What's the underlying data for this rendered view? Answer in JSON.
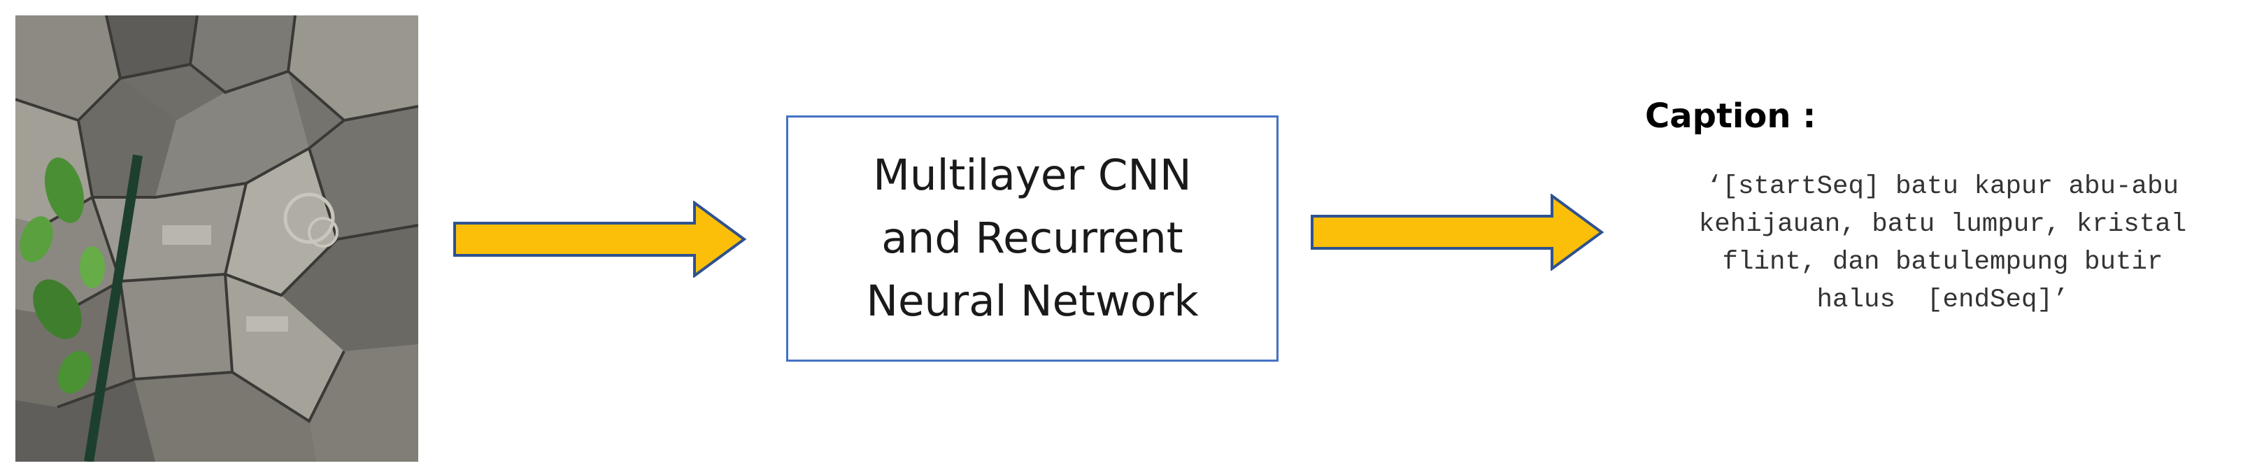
{
  "colors": {
    "arrow_fill": "#fbbf0a",
    "arrow_stroke": "#2f528f",
    "box_border": "#4472c4"
  },
  "input_image": {
    "icon": "rock-outcrop-photo"
  },
  "model": {
    "lines": [
      "Multilayer CNN",
      "and Recurrent",
      "Neural Network"
    ]
  },
  "caption": {
    "heading": "Caption :",
    "lines": [
      "‘[startSeq] batu kapur abu-abu",
      "kehijauan, batu lumpur, kristal",
      "flint, dan batulempung butir",
      "halus  [endSeq]’"
    ]
  }
}
